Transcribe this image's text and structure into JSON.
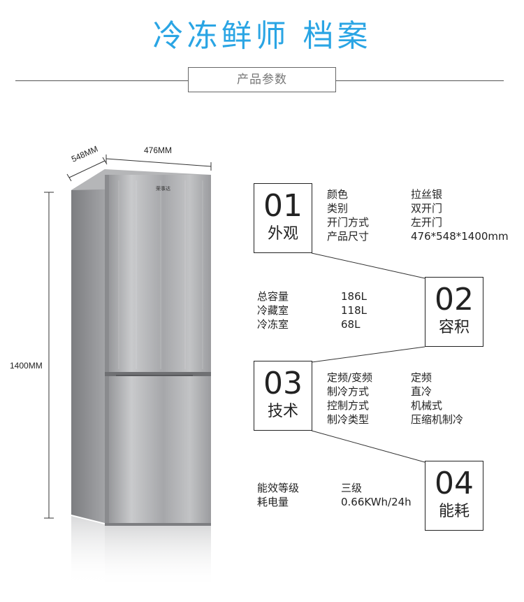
{
  "header": {
    "title": "冷冻鲜师 档案",
    "subtitle": "产品参数"
  },
  "dimensions": {
    "depth": "548MM",
    "width": "476MM",
    "height": "1400MM"
  },
  "brand_logo": "荣事达",
  "colors": {
    "title": "#2aa5e4",
    "fridge_steel": "#a8a9ab",
    "text": "#222222"
  },
  "sections": [
    {
      "number": "01",
      "label": "外观",
      "rows": [
        {
          "key": "颜色",
          "value": "拉丝银"
        },
        {
          "key": "类别",
          "value": "双开门"
        },
        {
          "key": "开门方式",
          "value": "左开门"
        },
        {
          "key": "产品尺寸",
          "value": "476*548*1400mm"
        }
      ]
    },
    {
      "number": "02",
      "label": "容积",
      "rows": [
        {
          "key": "总容量",
          "value": "186L"
        },
        {
          "key": "冷藏室",
          "value": "118L"
        },
        {
          "key": "冷冻室",
          "value": "68L"
        }
      ]
    },
    {
      "number": "03",
      "label": "技术",
      "rows": [
        {
          "key": "定频/变频",
          "value": "定频"
        },
        {
          "key": "制冷方式",
          "value": "直冷"
        },
        {
          "key": "控制方式",
          "value": "机械式"
        },
        {
          "key": "制冷类型",
          "value": "压缩机制冷"
        }
      ]
    },
    {
      "number": "04",
      "label": "能耗",
      "rows": [
        {
          "key": "能效等级",
          "value": "三级"
        },
        {
          "key": "耗电量",
          "value": "0.66KWh/24h"
        }
      ]
    }
  ]
}
